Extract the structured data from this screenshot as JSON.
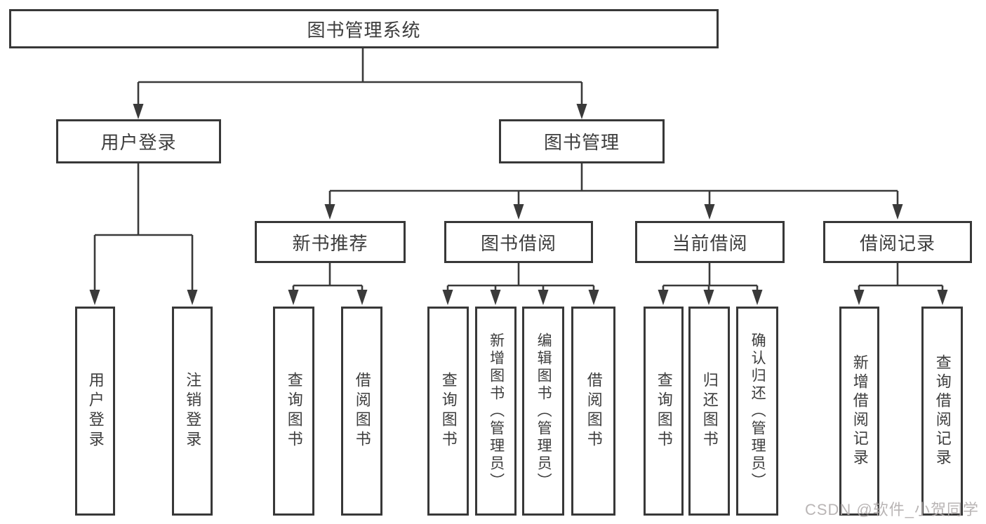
{
  "diagram": {
    "type": "hierarchy-tree",
    "orientation": "top-down",
    "colors": {
      "background": "#ffffff",
      "box_border": "#383838",
      "connector_line": "#3a3a3a",
      "text": "#3d3d3d",
      "watermark_text": "#b2adad"
    }
  },
  "tree": {
    "root": {
      "label": "图书管理系统"
    },
    "branches": [
      {
        "label": "用户登录",
        "children": [
          {
            "label": "用户登录"
          },
          {
            "label": "注销登录"
          }
        ]
      },
      {
        "label": "图书管理",
        "children": [
          {
            "label": "新书推荐",
            "children": [
              {
                "label": "查询图书"
              },
              {
                "label": "借阅图书"
              }
            ]
          },
          {
            "label": "图书借阅",
            "children": [
              {
                "label": "查询图书"
              },
              {
                "label": "新增图书（管理员）"
              },
              {
                "label": "编辑图书（管理员）"
              },
              {
                "label": "借阅图书"
              }
            ]
          },
          {
            "label": "当前借阅",
            "children": [
              {
                "label": "查询图书"
              },
              {
                "label": "归还图书"
              },
              {
                "label": "确认归还（管理员）"
              }
            ]
          },
          {
            "label": "借阅记录",
            "children": [
              {
                "label": "新增借阅记录"
              },
              {
                "label": "查询借阅记录"
              }
            ]
          }
        ]
      }
    ]
  },
  "watermark": "CSDN @软件_小贺同学"
}
